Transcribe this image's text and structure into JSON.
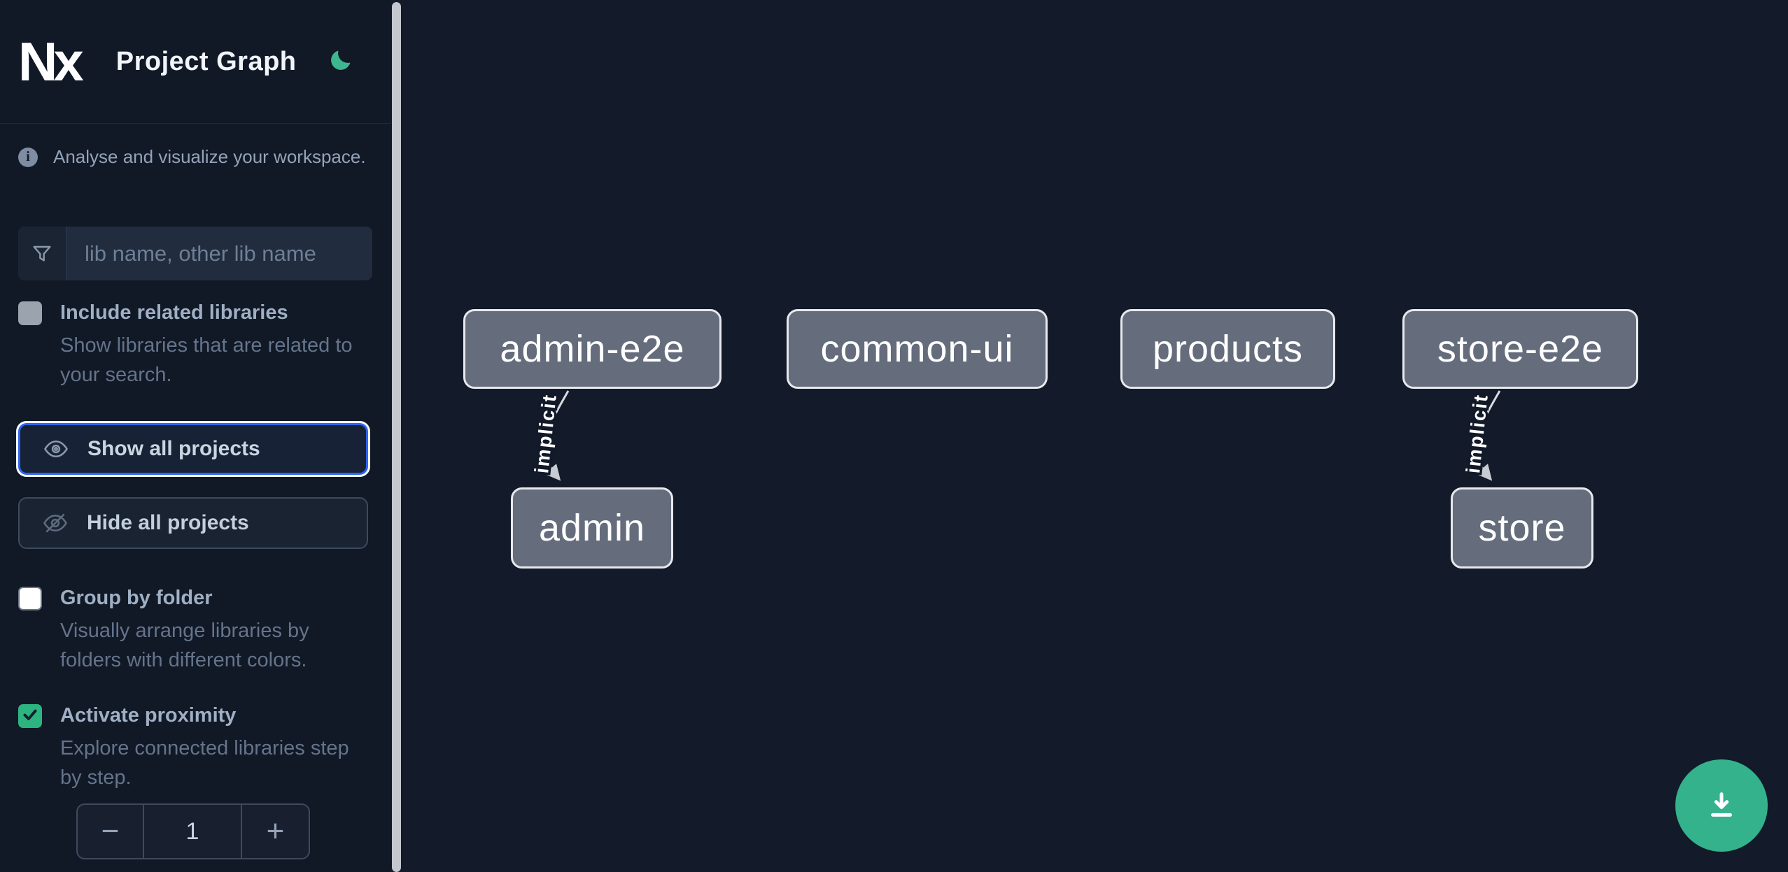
{
  "header": {
    "app_name": "Nx",
    "title": "Project Graph"
  },
  "sidebar": {
    "intro": "Analyse and visualize your workspace.",
    "search": {
      "placeholder": "lib name, other lib name"
    },
    "include_related": {
      "label": "Include related libraries",
      "description": "Show libraries that are related to your search.",
      "checked": false
    },
    "buttons": {
      "show_all": "Show all projects",
      "hide_all": "Hide all projects"
    },
    "group_by_folder": {
      "label": "Group by folder",
      "description": "Visually arrange libraries by folders with different colors.",
      "checked": false
    },
    "activate_proximity": {
      "label": "Activate proximity",
      "description": "Explore connected libraries step by step.",
      "checked": true
    },
    "stepper": {
      "decrement": "−",
      "value": "1",
      "increment": "+"
    }
  },
  "graph": {
    "nodes": [
      {
        "label": "admin-e2e"
      },
      {
        "label": "common-ui"
      },
      {
        "label": "products"
      },
      {
        "label": "store-e2e"
      },
      {
        "label": "admin"
      },
      {
        "label": "store"
      }
    ],
    "edges": [
      {
        "from": "admin-e2e",
        "to": "admin",
        "label": "implicit"
      },
      {
        "from": "store-e2e",
        "to": "store",
        "label": "implicit"
      }
    ]
  },
  "colors": {
    "accent_green": "#33b28c",
    "moon_green": "#3db78f",
    "checkbox_green": "#2cb57f",
    "focus_blue": "#2e66f0",
    "node_fill": "#656d7c",
    "node_border": "#e7e9ed"
  }
}
